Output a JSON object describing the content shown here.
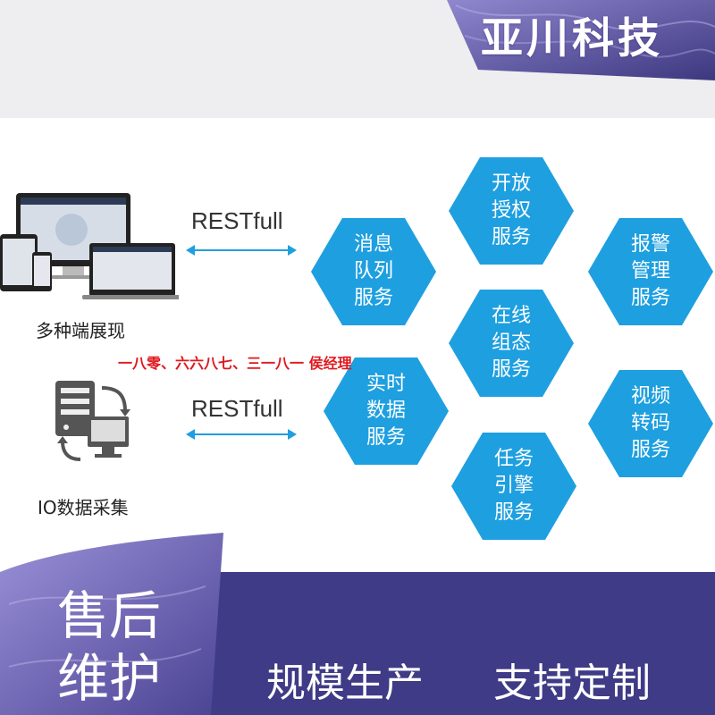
{
  "brand": {
    "name": "亚川科技"
  },
  "devices": {
    "caption": "多种端展现",
    "interface": "RESTfull"
  },
  "io": {
    "caption": "IO数据采集",
    "interface": "RESTfull"
  },
  "contact_note": "一八零、六六八七、三一八一 侯经理",
  "services": [
    {
      "label": "开放\n授权\n服务"
    },
    {
      "label": "消息\n队列\n服务"
    },
    {
      "label": "报警\n管理\n服务"
    },
    {
      "label": "在线\n组态\n服务"
    },
    {
      "label": "实时\n数据\n服务"
    },
    {
      "label": "视频\n转码\n服务"
    },
    {
      "label": "任务\n引擎\n服务"
    }
  ],
  "footer": {
    "after_sales": "售后\n维护",
    "slogan_left": "规模生产",
    "slogan_right": "支持定制"
  },
  "colors": {
    "hex": "#1e9fe0",
    "band": "#3f3b86",
    "accent_red": "#e0191f"
  }
}
